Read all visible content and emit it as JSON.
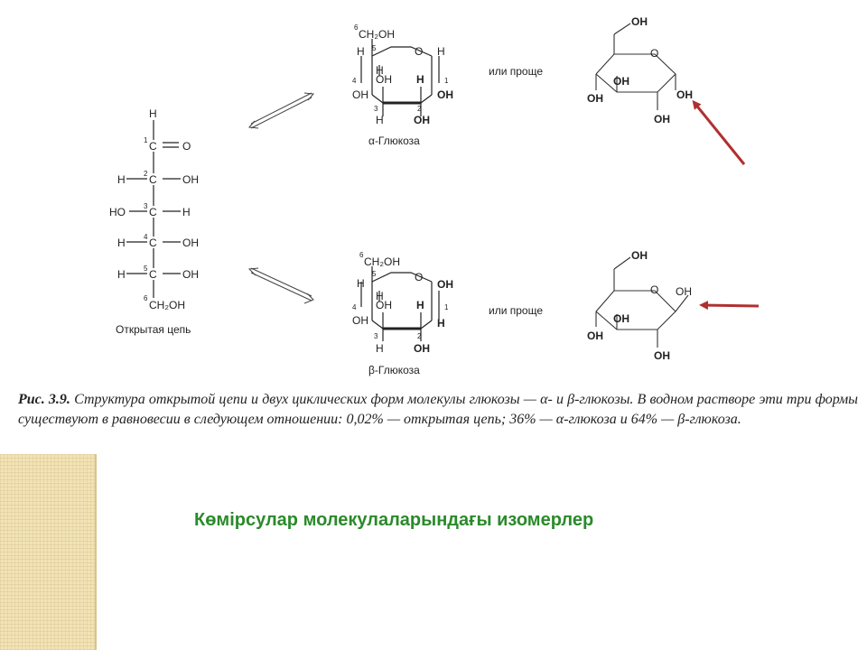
{
  "slide": {
    "title": "Көмірсулар молекулаларындағы изомерлер"
  },
  "caption": {
    "label": "Рис. 3.9.",
    "text": "Структура открытой цепи и двух циклических форм молекулы глюкозы — α- и β-глюкозы. В водном растворе эти три формы существуют в равновесии в следующем отношении: 0,02% — открытая цепь; 36% — α-глюкоза и 64% — β-глюкоза."
  },
  "open_chain": {
    "label": "Открытая цепь",
    "rows": [
      {
        "left": "",
        "carbon": "C",
        "num": "1",
        "right": "O"
      },
      {
        "left": "H",
        "carbon": "C",
        "num": "2",
        "right": "OH"
      },
      {
        "left": "HO",
        "carbon": "C",
        "num": "3",
        "right": "H"
      },
      {
        "left": "H",
        "carbon": "C",
        "num": "4",
        "right": "OH"
      },
      {
        "left": "H",
        "carbon": "C",
        "num": "5",
        "right": "OH"
      }
    ],
    "top_h": "H",
    "bottom_num": "6",
    "bottom_group": "CH₂OH"
  },
  "alpha": {
    "label": "α-Глюкоза",
    "c6": "CH₂OH",
    "c6_num": "6",
    "ring_o": "O",
    "h_c5": "H",
    "h_c1": "H",
    "num5": "5",
    "num4": "4",
    "num3": "3",
    "num2": "2",
    "num1": "1",
    "oh_c4": "OH",
    "h_c4": "H",
    "oh_c3": "OH",
    "h_c3": "H",
    "h_c2": "H",
    "oh_c2": "OH",
    "oh_c1": "OH",
    "simpler": "или проще",
    "simple_oh_top": "OH",
    "simple_o": "O",
    "simple_oh_c4": "OH",
    "simple_oh_c3": "OH",
    "simple_oh_c2": "OH",
    "simple_oh_c1": "OH"
  },
  "beta": {
    "label": "β-Глюкоза",
    "c6": "CH₂OH",
    "c6_num": "6",
    "ring_o": "O",
    "h_c5": "H",
    "oh_c1": "OH",
    "num5": "5",
    "num4": "4",
    "num3": "3",
    "num2": "2",
    "num1": "1",
    "oh_c4": "OH",
    "h_c4": "H",
    "oh_c3": "OH",
    "h_c3": "H",
    "h_c2": "H",
    "oh_c2": "OH",
    "h_c1": "H",
    "simpler": "или проще",
    "simple_oh_top": "OH",
    "simple_o": "O",
    "simple_oh_c4": "OH",
    "simple_oh_c3": "OH",
    "simple_oh_c2": "OH",
    "simple_oh_c1": "OH"
  },
  "colors": {
    "arrow": "#b03030",
    "title": "#2a8a2a",
    "texture": "#f2e3b6"
  }
}
